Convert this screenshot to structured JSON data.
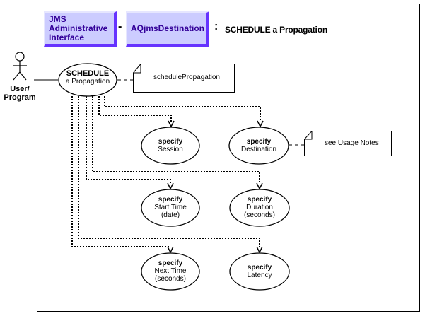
{
  "header": {
    "interface_label": "JMS Administrative Interface",
    "interface_lines": [
      "JMS",
      "Administrative",
      "Interface"
    ],
    "dash": "-",
    "class_label": "AQjmsDestination",
    "colon": ":",
    "operation_title": "SCHEDULE a Propagation",
    "colors": {
      "box_fill": "#ccccff",
      "box_shadow": "#6633ff",
      "box_text": "#330099"
    }
  },
  "actor": {
    "icon": "stick-figure-icon",
    "label_lines": [
      "User/",
      "Program"
    ]
  },
  "main_usecase": {
    "title": "SCHEDULE",
    "subtitle": "a Propagation"
  },
  "main_note": {
    "text": "schedulePropagation"
  },
  "usecases": [
    {
      "id": "session",
      "verb": "specify",
      "lines": [
        "Session"
      ]
    },
    {
      "id": "destination",
      "verb": "specify",
      "lines": [
        "Destination"
      ]
    },
    {
      "id": "start-time",
      "verb": "specify",
      "lines": [
        "Start Time",
        "(date)"
      ]
    },
    {
      "id": "duration",
      "verb": "specify",
      "lines": [
        "Duration",
        "(seconds)"
      ]
    },
    {
      "id": "next-time",
      "verb": "specify",
      "lines": [
        "Next Time",
        "(seconds)"
      ]
    },
    {
      "id": "latency",
      "verb": "specify",
      "lines": [
        "Latency"
      ]
    }
  ],
  "destination_note": {
    "text": "see Usage Notes"
  }
}
